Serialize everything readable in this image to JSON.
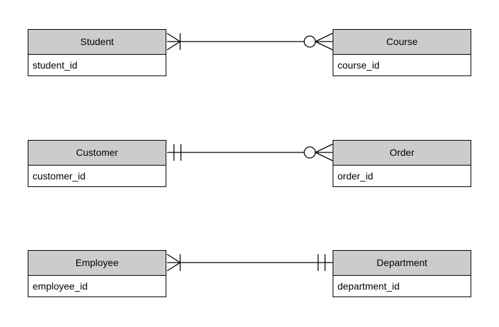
{
  "diagram": {
    "type": "entity-relationship-diagram",
    "notation": "crow's foot",
    "colors": {
      "background": "#ffffff",
      "entity_header_fill": "#cccccc",
      "entity_body_fill": "#ffffff",
      "border": "#000000",
      "line": "#000000",
      "text": "#000000"
    },
    "entities": [
      {
        "id": "student",
        "name": "Student",
        "attributes": [
          "student_id"
        ]
      },
      {
        "id": "course",
        "name": "Course",
        "attributes": [
          "course_id"
        ]
      },
      {
        "id": "customer",
        "name": "Customer",
        "attributes": [
          "customer_id"
        ]
      },
      {
        "id": "order",
        "name": "Order",
        "attributes": [
          "order_id"
        ]
      },
      {
        "id": "employee",
        "name": "Employee",
        "attributes": [
          "employee_id"
        ]
      },
      {
        "id": "department",
        "name": "Department",
        "attributes": [
          "department_id"
        ]
      }
    ],
    "relationships": [
      {
        "from": "Student",
        "to": "Course",
        "from_cardinality": "one-or-many",
        "from_symbol": "crow's-foot-with-bar",
        "to_cardinality": "zero-or-many",
        "to_symbol": "circle-with-crow's-foot"
      },
      {
        "from": "Customer",
        "to": "Order",
        "from_cardinality": "exactly-one",
        "from_symbol": "double-bar",
        "to_cardinality": "zero-or-many",
        "to_symbol": "circle-with-crow's-foot"
      },
      {
        "from": "Employee",
        "to": "Department",
        "from_cardinality": "one-or-many",
        "from_symbol": "crow's-foot-with-bar",
        "to_cardinality": "exactly-one",
        "to_symbol": "double-bar"
      }
    ]
  }
}
